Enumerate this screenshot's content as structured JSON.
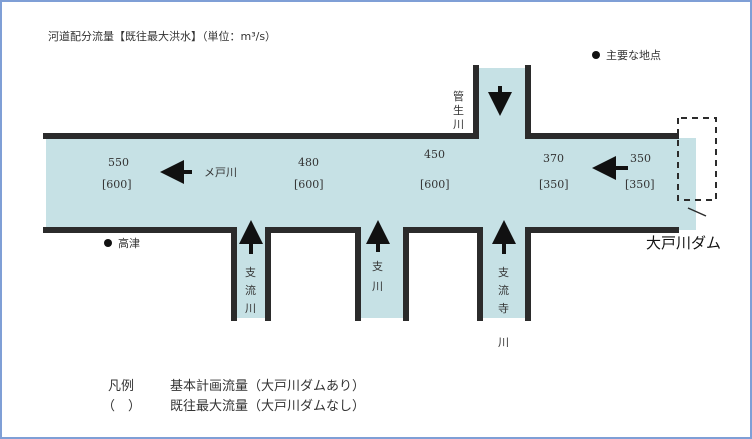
{
  "title": "河道配分流量【既往最大洪水】（単位：m³/s）",
  "legend_top": {
    "symbol": "●",
    "label": "主要な地点"
  },
  "point_label": "高津",
  "dam_label": "大戸川ダム",
  "rivers": {
    "main": "メ戸川",
    "top_trib": [
      "管",
      "生",
      "川"
    ],
    "trib1": [
      "支",
      "流",
      "川"
    ],
    "trib2": [
      "支",
      "川"
    ],
    "trib3": [
      "支",
      "流",
      "寺",
      "川"
    ]
  },
  "flows": [
    {
      "top": "550",
      "bottom": "[600]"
    },
    {
      "top": "480",
      "bottom": "[600]"
    },
    {
      "top": "450",
      "bottom": "[600]"
    },
    {
      "top": "370",
      "bottom": "[350]"
    },
    {
      "top": "350",
      "bottom": "[350]"
    }
  ],
  "legend_bottom": [
    {
      "key": "凡例",
      "text": "基本計画流量（大戸川ダムあり）"
    },
    {
      "key": "（　）",
      "text": "既往最大流量（大戸川ダムなし）"
    }
  ],
  "colors": {
    "water": "#c6e1e5",
    "bank": "#2b2b2b",
    "frame": "#7f9fd6"
  }
}
